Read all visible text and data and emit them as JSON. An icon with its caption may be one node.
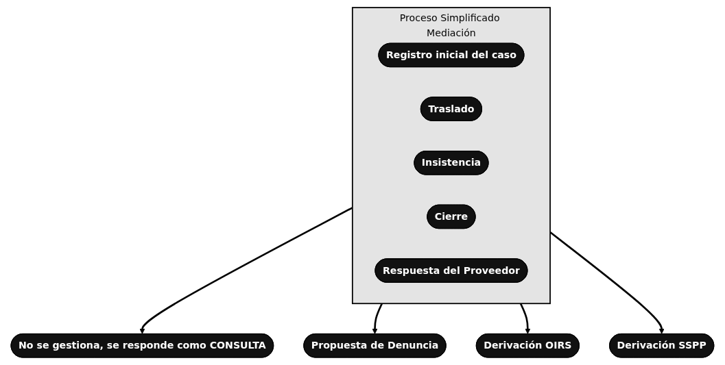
{
  "diagram": {
    "nodes": [
      {
        "text": [
          "No se gestiona, se responde como CONSULTA"
        ]
      },
      {
        "text": [
          "Proceso Simplificado Mediación"
        ]
      },
      {
        "text": [
          "Registro inicial del caso"
        ],
        "in": 1
      },
      {
        "text": [
          "Traslado"
        ],
        "in": 1
      },
      {
        "text": [
          "Insistencia"
        ],
        "in": 1
      },
      {
        "text": [
          "Cierre"
        ],
        "in": 1
      },
      {
        "text": [
          "Respuesta del Proveedor"
        ],
        "in": 1
      },
      {
        "text": [
          "Propuesta de Denuncia"
        ]
      },
      {
        "text": [
          "Derivación OIRS"
        ]
      },
      {
        "text": [
          "Derivación SSPP"
        ]
      }
    ],
    "edges": [
      {
        "from": 1,
        "to": 0,
        "arrow": "to"
      },
      {
        "from": 1,
        "to": 7,
        "arrow": "to"
      },
      {
        "from": 1,
        "to": 8,
        "arrow": "to"
      },
      {
        "from": 1,
        "to": 9,
        "arrow": "to"
      }
    ]
  }
}
